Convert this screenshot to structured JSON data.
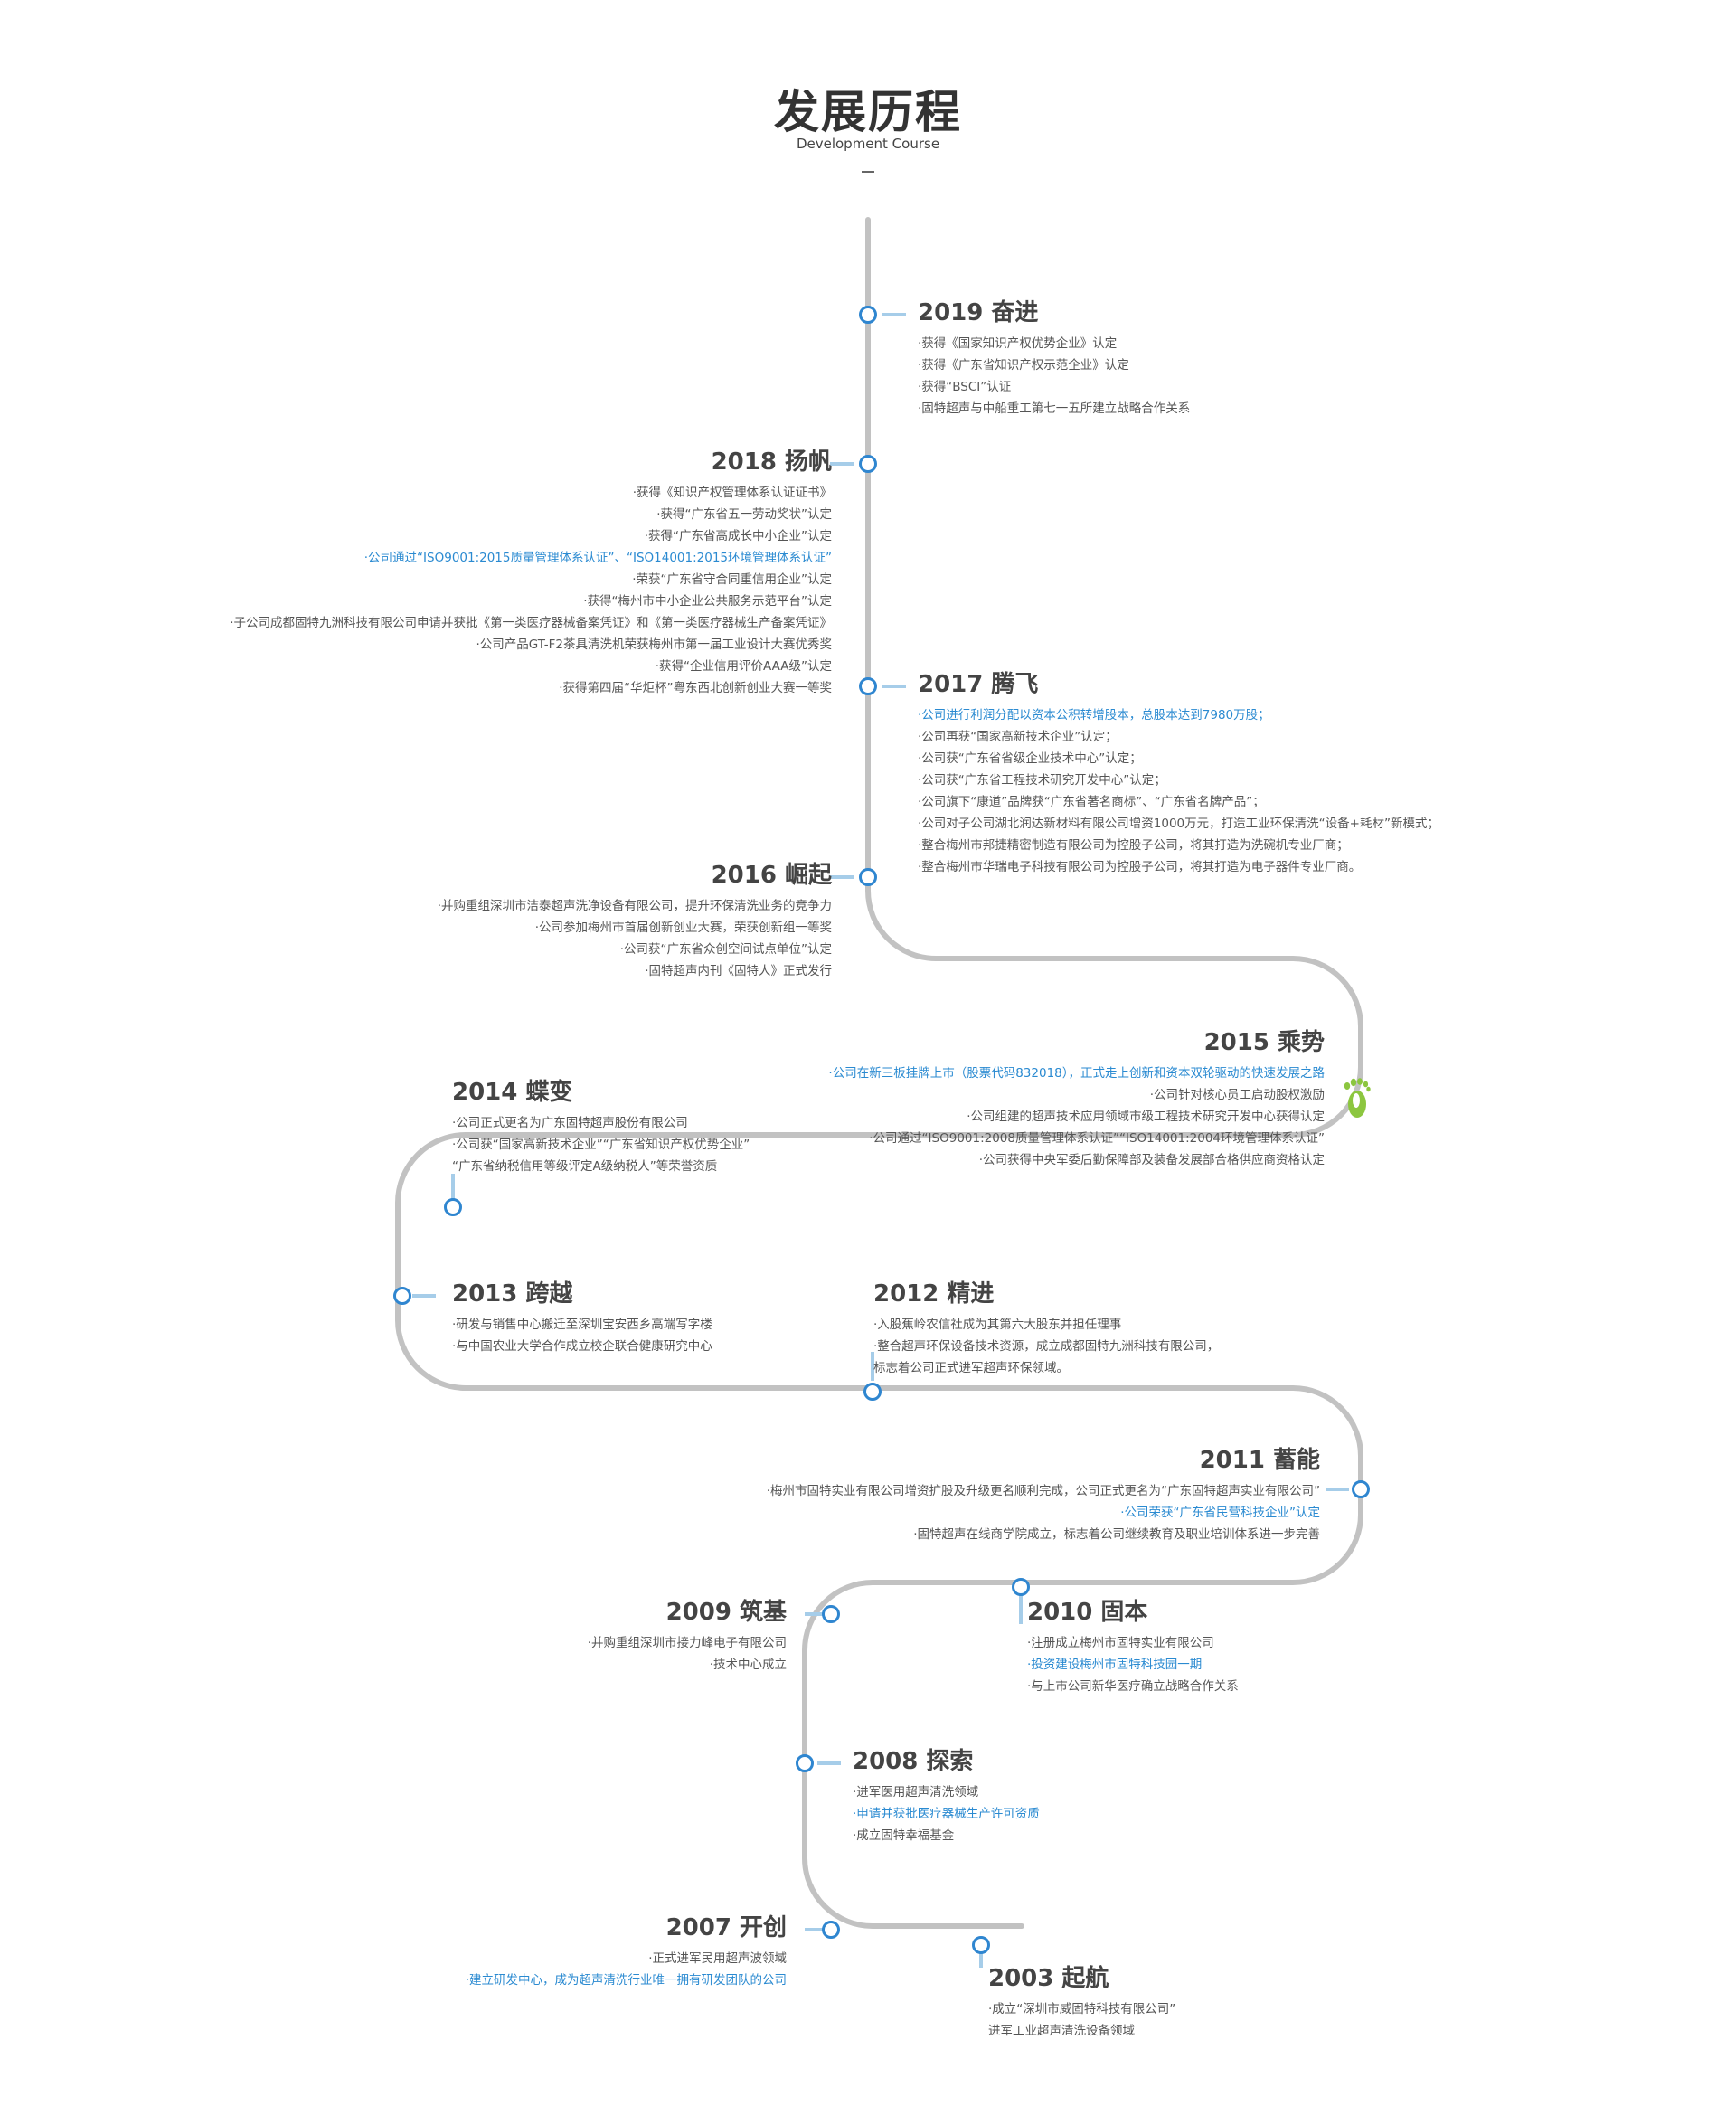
{
  "page": {
    "title": "发展历程",
    "subtitle": "Development Course"
  },
  "colors": {
    "line": "#c2c2c2",
    "node_border": "#2f86d0",
    "highlight_text": "#2a8ad1",
    "tick": "#a6cde9",
    "footprint": "#8cc63f"
  },
  "icons": {
    "marker": "footprint-icon"
  },
  "timeline": [
    {
      "year": "2019 奋进",
      "items": [
        {
          "text": "·获得《国家知识产权优势企业》认定"
        },
        {
          "text": "·获得《广东省知识产权示范企业》认定"
        },
        {
          "text": "·获得“BSCI”认证"
        },
        {
          "text": "·固特超声与中船重工第七一五所建立战略合作关系"
        }
      ]
    },
    {
      "year": "2018 扬帆",
      "items": [
        {
          "text": "·获得《知识产权管理体系认证证书》"
        },
        {
          "text": "·获得“广东省五一劳动奖状”认定"
        },
        {
          "text": "·获得“广东省高成长中小企业”认定"
        },
        {
          "text": "·公司通过“ISO9001:2015质量管理体系认证”、“ISO14001:2015环境管理体系认证”",
          "hl": true
        },
        {
          "text": "·荣获“广东省守合同重信用企业”认定"
        },
        {
          "text": "·获得“梅州市中小企业公共服务示范平台”认定"
        },
        {
          "text": "·子公司成都固特九洲科技有限公司申请并获批《第一类医疗器械备案凭证》和《第一类医疗器械生产备案凭证》"
        },
        {
          "text": "·公司产品GT-F2茶具清洗机荣获梅州市第一届工业设计大赛优秀奖"
        },
        {
          "text": "·获得“企业信用评价AAA级”认定"
        },
        {
          "text": "·获得第四届“华炬杯”粤东西北创新创业大赛一等奖"
        }
      ]
    },
    {
      "year": "2017 腾飞",
      "items": [
        {
          "text": "·公司进行利润分配以资本公积转增股本，总股本达到7980万股；",
          "hl": true
        },
        {
          "text": "·公司再获“国家高新技术企业”认定；"
        },
        {
          "text": "·公司获“广东省省级企业技术中心”认定；"
        },
        {
          "text": "·公司获“广东省工程技术研究开发中心”认定；"
        },
        {
          "text": "·公司旗下“康道”品牌获“广东省著名商标”、“广东省名牌产品”；"
        },
        {
          "text": "·公司对子公司湖北润达新材料有限公司增资1000万元，打造工业环保清洗“设备+耗材”新模式；"
        },
        {
          "text": "·整合梅州市邦捷精密制造有限公司为控股子公司，将其打造为洗碗机专业厂商；"
        },
        {
          "text": "·整合梅州市华瑞电子科技有限公司为控股子公司，将其打造为电子器件专业厂商。"
        }
      ]
    },
    {
      "year": "2016 崛起",
      "items": [
        {
          "text": "·并购重组深圳市洁泰超声洗净设备有限公司，提升环保清洗业务的竞争力"
        },
        {
          "text": "·公司参加梅州市首届创新创业大赛，荣获创新组一等奖"
        },
        {
          "text": "·公司获“广东省众创空间试点单位”认定"
        },
        {
          "text": "·固特超声内刊《固特人》正式发行"
        }
      ]
    },
    {
      "year": "2015 乘势",
      "items": [
        {
          "text": "·公司在新三板挂牌上市（股票代码832018），正式走上创新和资本双轮驱动的快速发展之路",
          "hl": true
        },
        {
          "text": "·公司针对核心员工启动股权激励"
        },
        {
          "text": "·公司组建的超声技术应用领域市级工程技术研究开发中心获得认定"
        },
        {
          "text": "·公司通过“ISO9001:2008质量管理体系认证”“ISO14001:2004环境管理体系认证”"
        },
        {
          "text": "·公司获得中央军委后勤保障部及装备发展部合格供应商资格认定"
        }
      ]
    },
    {
      "year": "2014 蝶变",
      "items": [
        {
          "text": "·公司正式更名为广东固特超声股份有限公司"
        },
        {
          "text": "·公司获“国家高新技术企业”“广东省知识产权优势企业”"
        },
        {
          "text": "“广东省纳税信用等级评定A级纳税人”等荣誉资质"
        }
      ]
    },
    {
      "year": "2013 跨越",
      "items": [
        {
          "text": "·研发与销售中心搬迁至深圳宝安西乡高端写字楼"
        },
        {
          "text": "·与中国农业大学合作成立校企联合健康研究中心"
        }
      ]
    },
    {
      "year": "2012 精进",
      "items": [
        {
          "text": "·入股蕉岭农信社成为其第六大股东并担任理事"
        },
        {
          "text": "·整合超声环保设备技术资源，成立成都固特九洲科技有限公司，"
        },
        {
          "text": "标志着公司正式进军超声环保领域。"
        }
      ]
    },
    {
      "year": "2011 蓄能",
      "items": [
        {
          "text": "·梅州市固特实业有限公司增资扩股及升级更名顺利完成，公司正式更名为“广东固特超声实业有限公司”"
        },
        {
          "text": "·公司荣获“广东省民营科技企业”认定",
          "hl": true
        },
        {
          "text": "·固特超声在线商学院成立，标志着公司继续教育及职业培训体系进一步完善"
        }
      ]
    },
    {
      "year": "2010 固本",
      "items": [
        {
          "text": "·注册成立梅州市固特实业有限公司"
        },
        {
          "text": "·投资建设梅州市固特科技园一期",
          "hl": true
        },
        {
          "text": "·与上市公司新华医疗确立战略合作关系"
        }
      ]
    },
    {
      "year": "2009 筑基",
      "items": [
        {
          "text": "·并购重组深圳市接力峰电子有限公司"
        },
        {
          "text": "·技术中心成立"
        }
      ]
    },
    {
      "year": "2008 探索",
      "items": [
        {
          "text": "·进军医用超声清洗领域"
        },
        {
          "text": "·申请并获批医疗器械生产许可资质",
          "hl": true
        },
        {
          "text": "·成立固特幸福基金"
        }
      ]
    },
    {
      "year": "2007 开创",
      "items": [
        {
          "text": "·正式进军民用超声波领域"
        },
        {
          "text": "·建立研发中心，成为超声清洗行业唯一拥有研发团队的公司",
          "hl": true
        }
      ]
    },
    {
      "year": "2003 起航",
      "items": [
        {
          "text": "·成立“深圳市威固特科技有限公司”"
        },
        {
          "text": "进军工业超声清洗设备领域"
        }
      ]
    }
  ]
}
